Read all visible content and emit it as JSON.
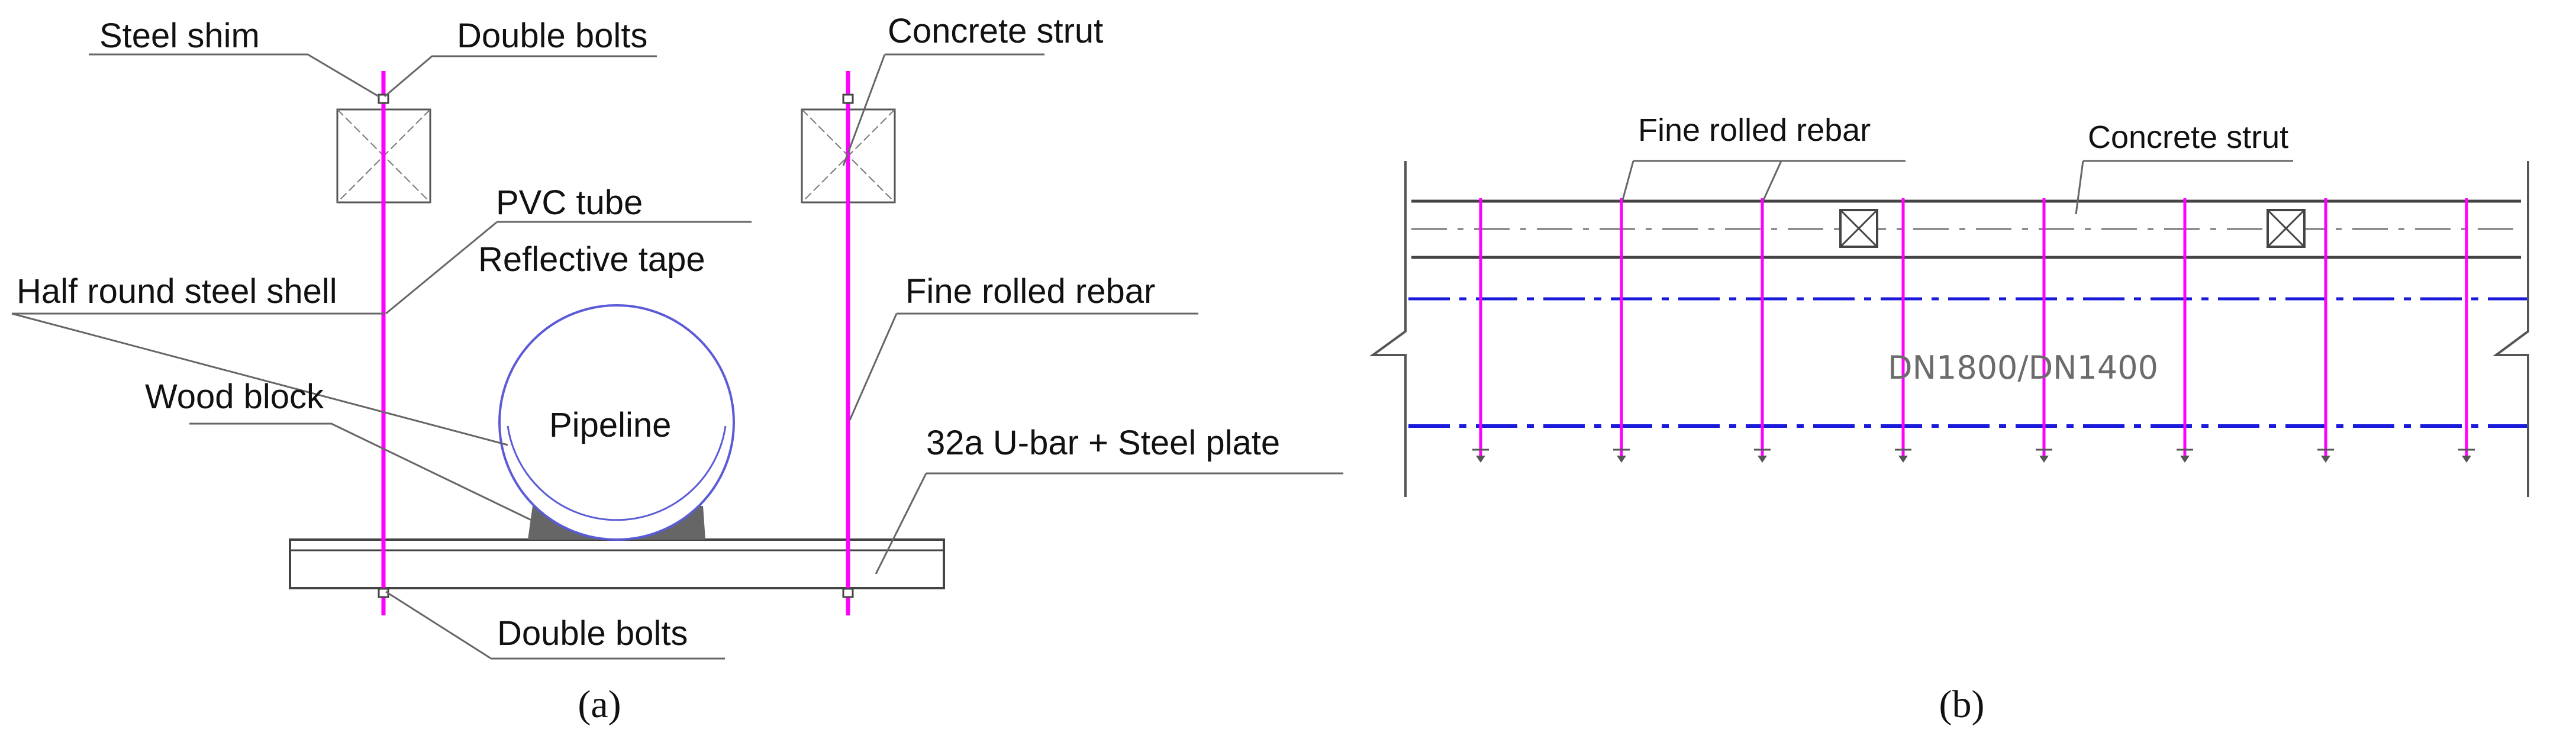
{
  "colors": {
    "rebar": "#ff00ff",
    "pipe_axis": "#1a1adb",
    "pipeline_outline": "#5b5bd6",
    "line": "#555555",
    "block_fill": "#666666"
  },
  "panel_a": {
    "caption": "(a)",
    "labels": {
      "steel_shim": "Steel shim",
      "double_bolts_top": "Double bolts",
      "concrete_strut": "Concrete strut",
      "pvc_tube": "PVC tube",
      "reflective_tape": "Reflective tape",
      "half_round_steel_shell": "Half round steel shell",
      "fine_rolled_rebar": "Fine rolled rebar",
      "wood_block": "Wood block",
      "pipeline": "Pipeline",
      "u_bar_steel_plate": "32a U-bar + Steel plate",
      "double_bolts_bottom": "Double bolts"
    }
  },
  "panel_b": {
    "caption": "(b)",
    "labels": {
      "fine_rolled_rebar": "Fine rolled rebar",
      "concrete_strut": "Concrete strut",
      "pipe_size": "DN1800/DN1400"
    }
  }
}
